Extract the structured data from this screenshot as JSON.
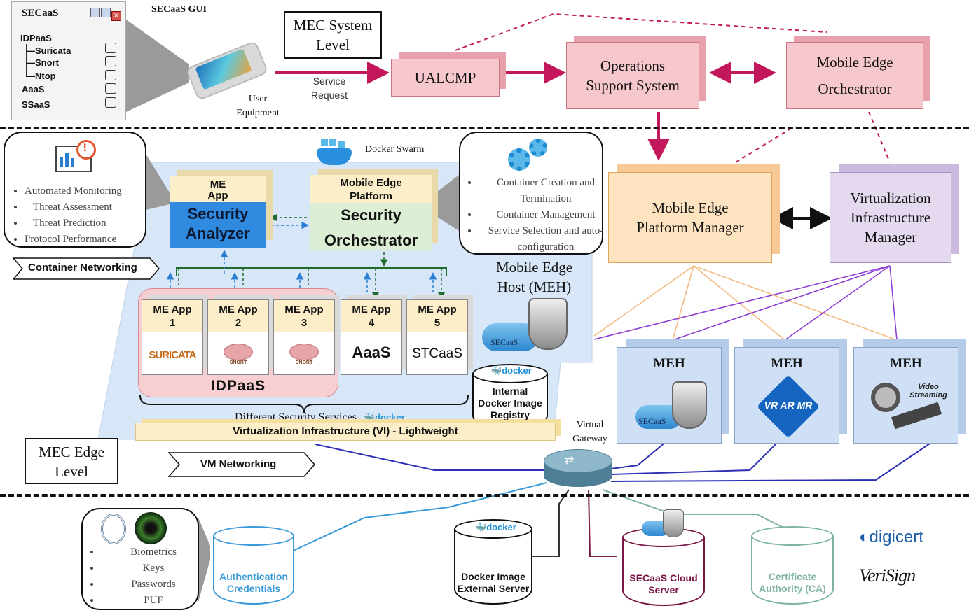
{
  "gui": {
    "title": "SECaaS",
    "caption": "SECaaS GUI",
    "idpaas": "IDPaaS",
    "suricata": "Suricata",
    "snort": "Snort",
    "ntop": "Ntop",
    "aaas": "AaaS",
    "ssaas": "SSaaS"
  },
  "system_level": {
    "label_line1": "MEC System",
    "label_line2": "Level",
    "user_equipment": [
      "User",
      "Equipment"
    ],
    "service_request": [
      "Service",
      "Request"
    ],
    "ualcmp": "UALCMP",
    "oss": [
      "Operations",
      "Support System"
    ],
    "meo": [
      "Mobile Edge",
      "Orchestrator"
    ]
  },
  "edge_level": {
    "label_line1": "MEC Edge",
    "label_line2": "Level",
    "docker_swarm": "Docker Swarm",
    "monitor_items": [
      "Automated Monitoring",
      "Threat Assessment",
      "Threat Prediction",
      "Protocol Performance"
    ],
    "platform_items": [
      "Container Creation and Termination",
      "Container Management",
      "Service Selection and auto-configuration"
    ],
    "security_analyzer": {
      "head1": "ME",
      "head2": "App",
      "title1": "Security",
      "title2": "Analyzer"
    },
    "security_orchestrator": {
      "head1": "Mobile Edge",
      "head2": "Platform",
      "title1": "Security",
      "title2": "Orchestrator"
    },
    "container_networking": "Container Networking",
    "vm_networking": "VM Networking",
    "meh_label": [
      "Mobile Edge",
      "Host (MEH)"
    ],
    "apps": [
      {
        "head1": "ME App",
        "head2": "1",
        "logo": "SURICATA"
      },
      {
        "head1": "ME App",
        "head2": "2",
        "logo": "SNORT"
      },
      {
        "head1": "ME App",
        "head2": "3",
        "logo": "SNORT"
      },
      {
        "head1": "ME App",
        "head2": "4",
        "logo": "AaaS"
      },
      {
        "head1": "ME App",
        "head2": "5",
        "logo": "STCaaS"
      }
    ],
    "idpaas_group": "IDPaaS",
    "secaas_badge": "SECaaS",
    "docker_word": "docker",
    "registry": [
      "Internal",
      "Docker Image",
      "Registry"
    ],
    "different_services": "Different Security Services",
    "vi_bar": "Virtualization Infrastructure (VI) - Lightweight",
    "mepm": [
      "Mobile Edge",
      "Platform Manager"
    ],
    "vim": [
      "Virtualization",
      "Infrastructure",
      "Manager"
    ],
    "meh_hosts": [
      {
        "title": "MEH",
        "content": "SECaaS"
      },
      {
        "title": "MEH",
        "content": "VR AR MR"
      },
      {
        "title": "MEH",
        "content": "Video Streaming"
      }
    ],
    "virtual_gateway": [
      "Virtual",
      "Gateway"
    ]
  },
  "bottom": {
    "cred_items": [
      "Biometrics",
      "Keys",
      "Passwords",
      "PUF"
    ],
    "auth": [
      "Authentication",
      "Credentials"
    ],
    "docker_ext": [
      "Docker Image",
      "External Server"
    ],
    "secaas_cloud": [
      "SECaaS Cloud",
      "Server"
    ],
    "ca": [
      "Certificate",
      "Authority (CA)"
    ],
    "digicert": "digicert",
    "verisign": "VeriSign"
  },
  "colors": {
    "magenta": "#c2185b",
    "ualcmp_pink": "#f6c7cd",
    "mepm_orange": "#fde3c0",
    "vim_lilac": "#e4d9ef",
    "meh_blue": "#cfe0f6",
    "auth_blue": "#3a9ad9",
    "cloud_maroon": "#7a1545",
    "ca_green": "#7fb3a2",
    "navy_link": "#2d2fb5",
    "purple_link": "#8a3ad1",
    "orange_link": "#f2b77a",
    "green_bus": "#1f6b2f"
  }
}
